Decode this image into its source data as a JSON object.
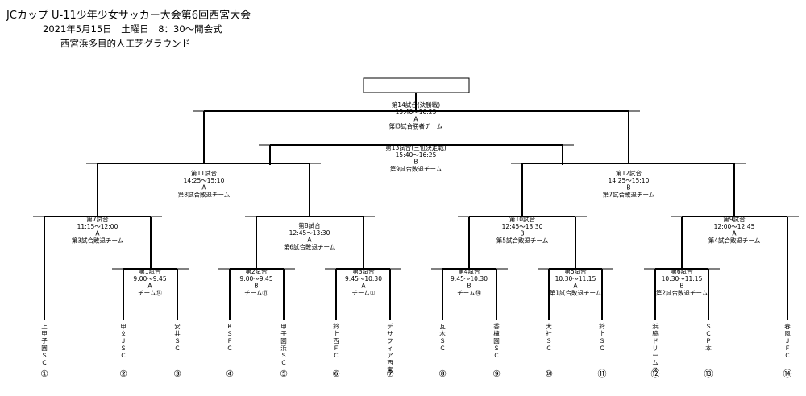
{
  "header": {
    "title": "JCカップ U-11少年少女サッカー大会第6回西宮大会",
    "date_line": "2021年5月15日　土曜日　8：30～開会式",
    "venue": "西宮浜多目的人工芝グラウンド"
  },
  "winner_box": "",
  "matches": [
    {
      "id": "m14",
      "lines": [
        "第14試合(決勝戦)",
        "15:40～16:25",
        "A",
        "第l3試合勝者チーム"
      ]
    },
    {
      "id": "m13",
      "lines": [
        "第13試合(三位決定戦)",
        "15:40～16:25",
        "B",
        "第9試合敗退チーム"
      ]
    },
    {
      "id": "m11",
      "lines": [
        "第11試合",
        "14:25～15:10",
        "A",
        "第8試合敗退チーム"
      ]
    },
    {
      "id": "m12",
      "lines": [
        "第12試合",
        "14:25～15:10",
        "B",
        "第7試合敗退チーム"
      ]
    },
    {
      "id": "m7",
      "lines": [
        "第7試合",
        "11:15～12:00",
        "A",
        "第3試合敗退チーム"
      ]
    },
    {
      "id": "m8",
      "lines": [
        "第8試合",
        "12:45～13:30",
        "A",
        "第6試合敗退チーム"
      ]
    },
    {
      "id": "m10",
      "lines": [
        "第10試合",
        "12:45～13:30",
        "B",
        "第5試合敗退チーム"
      ]
    },
    {
      "id": "m9",
      "lines": [
        "第9試合",
        "12:00～12:45",
        "A",
        "第4試合敗退チーム"
      ]
    },
    {
      "id": "m1",
      "lines": [
        "第1試合",
        "9:00～9:45",
        "A",
        "チーム⑭"
      ]
    },
    {
      "id": "m2",
      "lines": [
        "第2試合",
        "9:00～9:45",
        "B",
        "チーム⑪"
      ]
    },
    {
      "id": "m3",
      "lines": [
        "第3試合",
        "9:45～10:30",
        "A",
        "チーム①"
      ]
    },
    {
      "id": "m4",
      "lines": [
        "第4試合",
        "9:45～10:30",
        "B",
        "チーム⑭"
      ]
    },
    {
      "id": "m5",
      "lines": [
        "第5試合",
        "10:30～11:15",
        "A",
        "第1試合敗退チーム"
      ]
    },
    {
      "id": "m6",
      "lines": [
        "第6試合",
        "10:30～11:15",
        "B",
        "第2試合敗退チーム"
      ]
    }
  ],
  "teams": [
    {
      "num": "①",
      "name": "上甲子園ＳＣ"
    },
    {
      "num": "②",
      "name": "甲文ＪＳＣ"
    },
    {
      "num": "③",
      "name": "安井ＳＣ"
    },
    {
      "num": "④",
      "name": "ＫＳＦＣ"
    },
    {
      "num": "⑤",
      "name": "甲子園浜ＳＣ"
    },
    {
      "num": "⑥",
      "name": "鈴上西ＦＣ"
    },
    {
      "num": "⑦",
      "name": "デサフィア西宮"
    },
    {
      "num": "⑧",
      "name": "瓦木ＳＣ"
    },
    {
      "num": "⑨",
      "name": "香櫨園ＳＣ"
    },
    {
      "num": "⑩",
      "name": "大社ＳＣ"
    },
    {
      "num": "⑪",
      "name": "鈴上ＳＣ"
    },
    {
      "num": "⑫",
      "name": "浜脇ドリームス"
    },
    {
      "num": "⑬",
      "name": "ＳＣＰ本"
    },
    {
      "num": "⑭",
      "name": "春風ＪＦＣ"
    }
  ]
}
